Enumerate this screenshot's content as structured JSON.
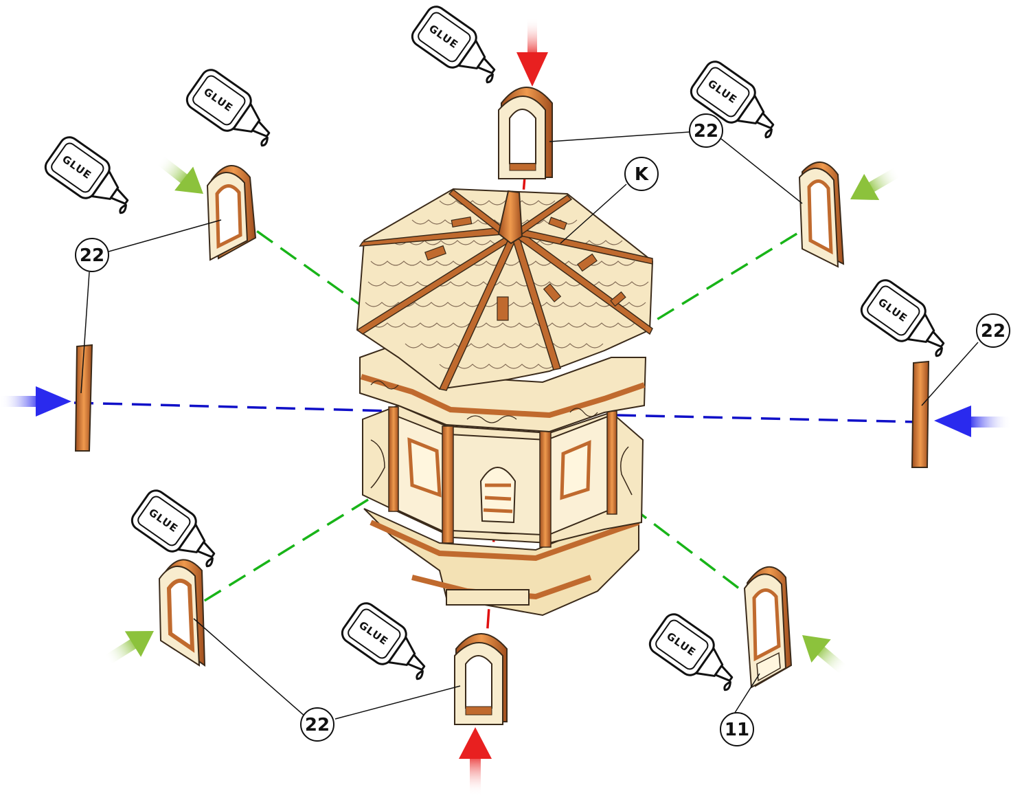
{
  "diagram": {
    "colors": {
      "wood_light": "#f6e7c2",
      "wood_mid": "#ead29c",
      "wood_dark": "#b4602a",
      "wood_edge": "#e8a05a",
      "outline": "#3a2a1a",
      "green_dash": "#18b418",
      "blue_dash": "#1010c8",
      "red_dash": "#e01010",
      "arrow_red": "#e82020",
      "arrow_green": "#8cc23c",
      "arrow_blue": "#2a2aee"
    },
    "callouts": [
      {
        "id": "c-22-top",
        "label": "22"
      },
      {
        "id": "c-k",
        "label": "K"
      },
      {
        "id": "c-22-left",
        "label": "22"
      },
      {
        "id": "c-22-right",
        "label": "22"
      },
      {
        "id": "c-22-bottom",
        "label": "22"
      },
      {
        "id": "c-11",
        "label": "11"
      }
    ],
    "glue_label": "GLUE",
    "glue_bottles": 8
  }
}
